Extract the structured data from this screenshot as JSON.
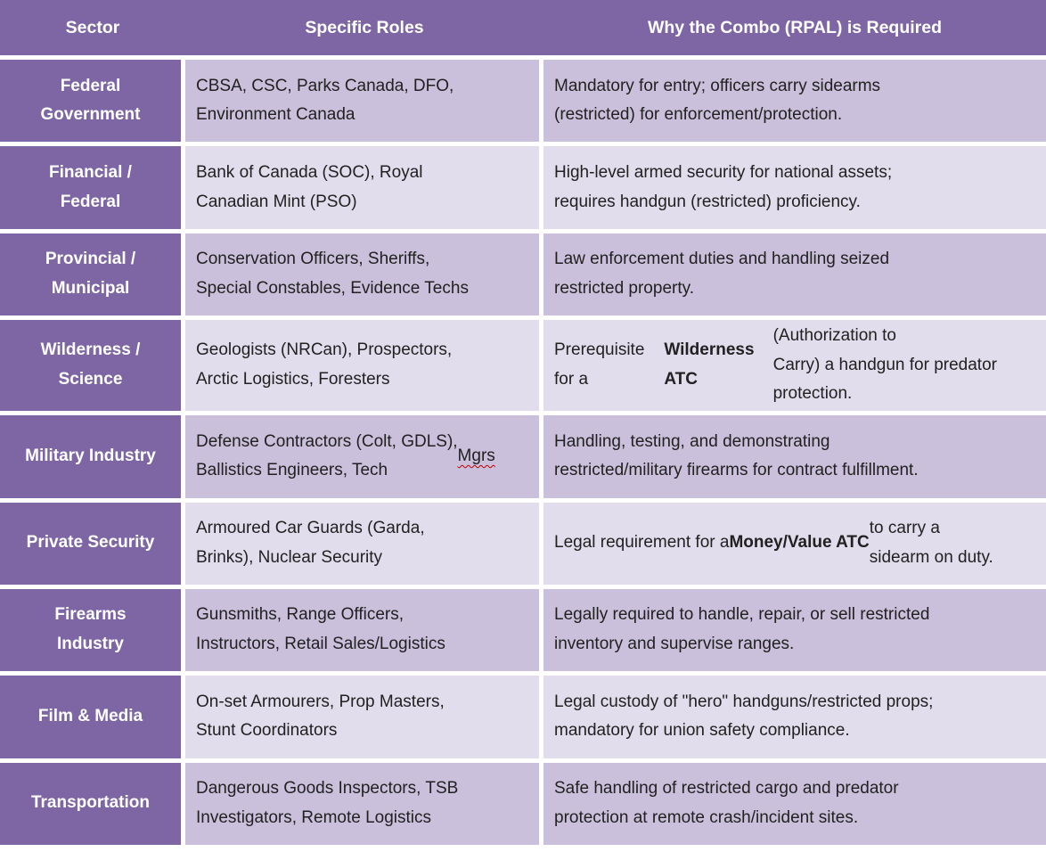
{
  "colors": {
    "header_bg": "#7d66a3",
    "row_odd": "#cbc0db",
    "row_even": "#e2ddec",
    "border": "#ffffff",
    "header_text": "#ffffff",
    "body_text": "#212121",
    "spellcheck_squiggle": "#c00000"
  },
  "table": {
    "columns": [
      {
        "key": "sector",
        "label": "Sector"
      },
      {
        "key": "roles",
        "label": "Specific Roles"
      },
      {
        "key": "why",
        "label": "Why the Combo (RPAL) is Required"
      }
    ],
    "rows": [
      {
        "sector": "Federal\nGovernment",
        "roles": [
          {
            "t": "CBSA, CSC, Parks Canada, DFO,\nEnvironment Canada"
          }
        ],
        "why": [
          {
            "t": "Mandatory for entry; officers carry sidearms\n(restricted) for enforcement/protection."
          }
        ]
      },
      {
        "sector": "Financial /\nFederal",
        "roles": [
          {
            "t": "Bank of Canada (SOC), Royal\nCanadian Mint (PSO)"
          }
        ],
        "why": [
          {
            "t": "High-level armed security for national assets;\nrequires handgun (restricted) proficiency."
          }
        ]
      },
      {
        "sector": "Provincial /\nMunicipal",
        "roles": [
          {
            "t": "Conservation Officers, Sheriffs,\nSpecial Constables, Evidence Techs"
          }
        ],
        "why": [
          {
            "t": "Law enforcement duties and handling seized\nrestricted property."
          }
        ]
      },
      {
        "sector": "Wilderness /\nScience",
        "roles": [
          {
            "t": "Geologists (NRCan), Prospectors,\nArctic Logistics, Foresters"
          }
        ],
        "why": [
          {
            "t": "Prerequisite for a "
          },
          {
            "t": "Wilderness ATC",
            "b": true
          },
          {
            "t": " (Authorization to\nCarry) a handgun for predator protection."
          }
        ]
      },
      {
        "sector": "Military Industry",
        "roles": [
          {
            "t": "Defense Contractors (Colt, GDLS),\nBallistics Engineers, Tech "
          },
          {
            "t": "Mgrs",
            "sq": true
          }
        ],
        "why": [
          {
            "t": "Handling, testing, and demonstrating\nrestricted/military firearms for contract fulfillment."
          }
        ]
      },
      {
        "sector": "Private Security",
        "roles": [
          {
            "t": "Armoured Car Guards (Garda,\nBrinks), Nuclear Security"
          }
        ],
        "why": [
          {
            "t": "Legal requirement for a "
          },
          {
            "t": "Money/Value ATC",
            "b": true
          },
          {
            "t": " to carry a\nsidearm on duty."
          }
        ]
      },
      {
        "sector": "Firearms\nIndustry",
        "roles": [
          {
            "t": "Gunsmiths, Range Officers,\nInstructors, Retail Sales/Logistics"
          }
        ],
        "why": [
          {
            "t": "Legally required to handle, repair, or sell restricted\ninventory and supervise ranges."
          }
        ]
      },
      {
        "sector": "Film & Media",
        "roles": [
          {
            "t": "On-set Armourers, Prop Masters,\nStunt Coordinators"
          }
        ],
        "why": [
          {
            "t": "Legal custody of \"hero\" handguns/restricted props;\nmandatory for union safety compliance."
          }
        ]
      },
      {
        "sector": "Transportation",
        "roles": [
          {
            "t": "Dangerous Goods Inspectors, TSB\nInvestigators, Remote Logistics"
          }
        ],
        "why": [
          {
            "t": "Safe handling of restricted cargo and predator\nprotection at remote crash/incident sites."
          }
        ]
      }
    ]
  }
}
